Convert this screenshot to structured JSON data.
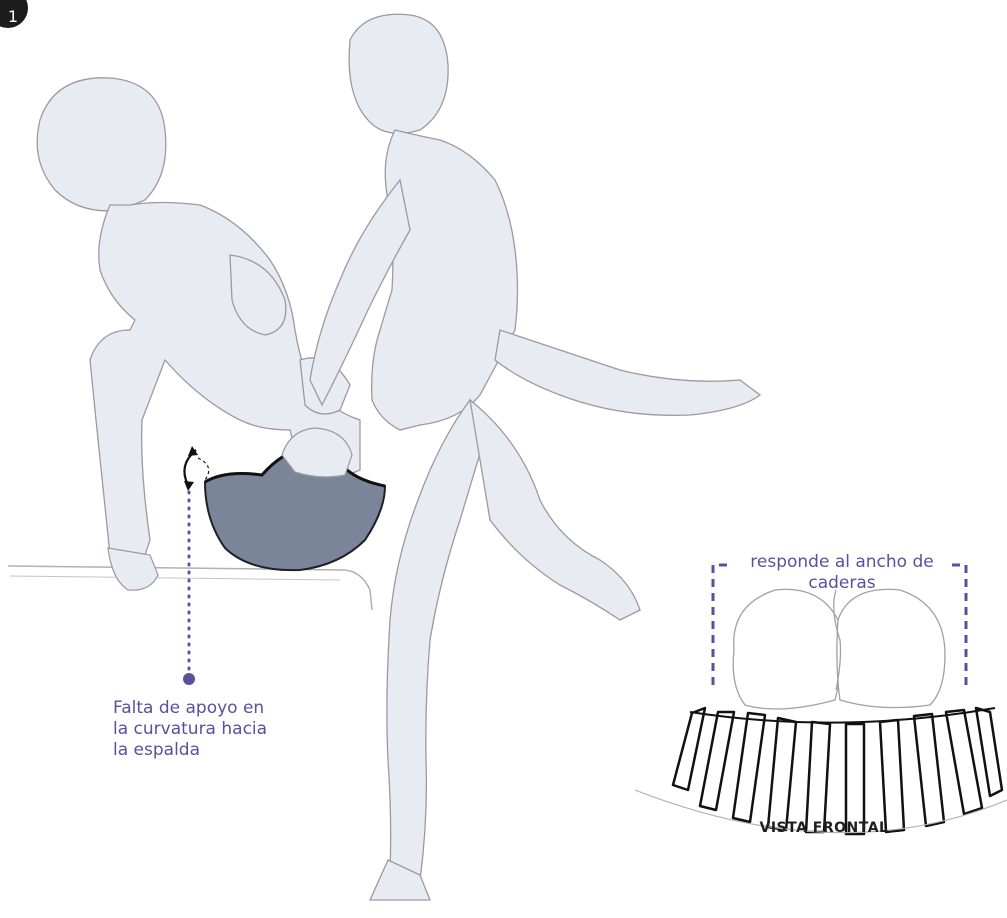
{
  "step": {
    "number": "1"
  },
  "annotations": {
    "support": {
      "line1": "Falta de apoyo en",
      "line2": "la curvatura hacia",
      "line3": "la espalda"
    },
    "hips": {
      "line1": "responde al ancho de",
      "line2": "caderas"
    }
  },
  "views": {
    "front_label": "VISTA FRONTAL"
  },
  "colors": {
    "accent": "#5b4f9e",
    "cushion": "#7b859a",
    "body_fill": "#e8ebf2",
    "sketch_stroke": "#9a9aa2"
  },
  "icons": {
    "support_gap": "dotted-pointer-icon",
    "curve_arrow": "curved-arrow-icon",
    "width_bracket": "dashed-bracket-icon"
  }
}
